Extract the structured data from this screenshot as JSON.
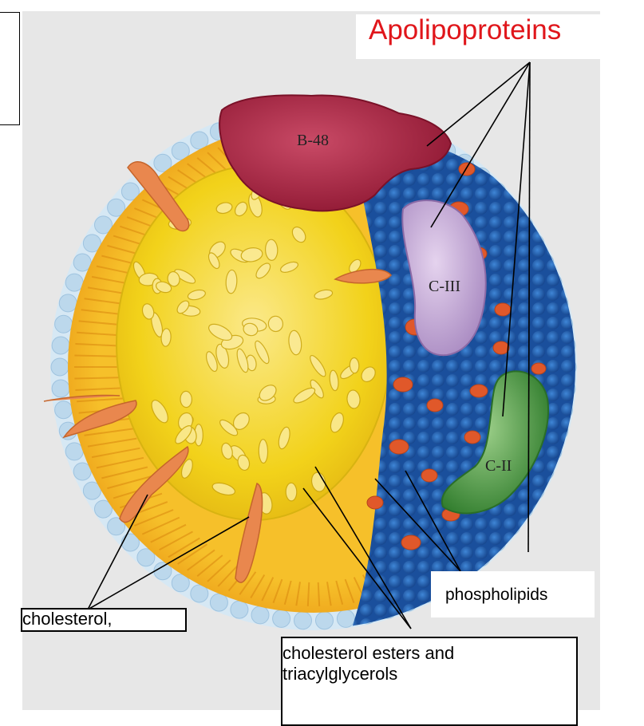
{
  "title": "Apolipoproteins",
  "proteins": {
    "b48": "B-48",
    "c3": "C-III",
    "c2": "C-II"
  },
  "labels": {
    "phospholipids": "phospholipids",
    "cholesterol": "cholesterol,",
    "core": "cholesterol esters and triacylglycerols"
  },
  "colors": {
    "title": "#e0161b",
    "core_yellow": "#f2d21a",
    "shell_orange": "#f0a21c",
    "surface_blue": "#1e5fb0",
    "phospholipid_head": "#bcd8ec",
    "b48": "#a81e3a",
    "c3": "#c9a9d6",
    "c2": "#3f9a3a",
    "cholesterol": "#e07a40"
  }
}
